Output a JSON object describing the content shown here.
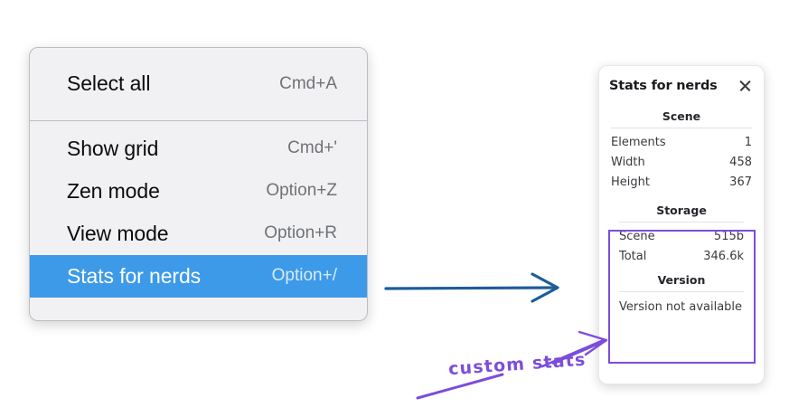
{
  "menu": {
    "groups": [
      {
        "items": [
          {
            "label": "Select all",
            "accel": "Cmd+A",
            "selected": false
          }
        ]
      },
      {
        "items": [
          {
            "label": "Show grid",
            "accel": "Cmd+'",
            "selected": false
          },
          {
            "label": "Zen mode",
            "accel": "Option+Z",
            "selected": false
          },
          {
            "label": "View mode",
            "accel": "Option+R",
            "selected": false
          },
          {
            "label": "Stats for nerds",
            "accel": "Option+/",
            "selected": true
          }
        ]
      }
    ],
    "highlight_color": "#3d9ae8"
  },
  "stats_panel": {
    "title": "Stats for nerds",
    "close_icon": "close-icon",
    "sections": [
      {
        "heading": "Scene",
        "rows": [
          {
            "key": "Elements",
            "value": "1"
          },
          {
            "key": "Width",
            "value": "458"
          },
          {
            "key": "Height",
            "value": "367"
          }
        ]
      },
      {
        "heading": "Storage",
        "rows": [
          {
            "key": "Scene",
            "value": "515b"
          },
          {
            "key": "Total",
            "value": "346.6k"
          }
        ]
      },
      {
        "heading": "Version",
        "single": "Version not available"
      }
    ]
  },
  "annotations": {
    "highlight_box_color": "#7c4ddb",
    "blue_arrow_color": "#1f5c99",
    "handwritten_note": "custom stats"
  }
}
